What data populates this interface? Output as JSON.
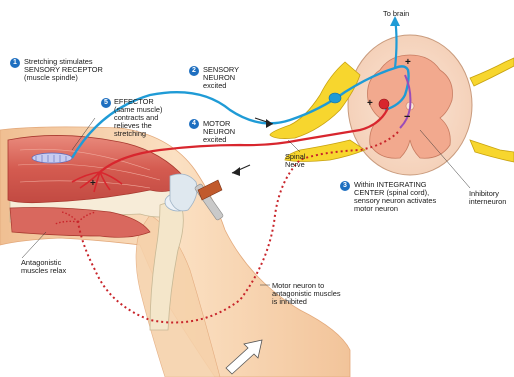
{
  "colors": {
    "sensory": "#1f9bd6",
    "motor_excited": "#d8262e",
    "motor_inhibited": "#c8242a",
    "interneuron": "#9b4cb8",
    "nerve": "#f4d32a",
    "muscle": "#d9675e",
    "skin": "#f6cfa6",
    "cord_grey": "#f5b59a",
    "badge": "#1e6fc0"
  },
  "labels": {
    "to_brain": "To brain",
    "step1": {
      "num": "1",
      "text": "Stretching stimulates\nSENSORY RECEPTOR\n(muscle spindle)"
    },
    "step2": {
      "num": "2",
      "text": "SENSORY\nNEURON\nexcited"
    },
    "step3": {
      "num": "3",
      "text": "Within INTEGRATING\nCENTER (spinal cord),\nsensory neuron activates\nmotor neuron"
    },
    "step4": {
      "num": "4",
      "text": "MOTOR\nNEURON\nexcited"
    },
    "step5": {
      "num": "5",
      "text": "EFFECTOR\n(same muscle)\ncontracts and\nrelieves the\nstretching"
    },
    "spinal_nerve": "Spinal\nNerve",
    "inhibitory": "Inhibitory\ninterneuron",
    "antagonistic": "Antagonistic\nmuscles relax",
    "motor_inhibited": "Motor neuron to\nantagonistic muscles\nis inhibited"
  },
  "symbols": {
    "plus": "+",
    "minus": "−"
  },
  "icons": [
    "arrow-to-brain-icon",
    "direction-arrow-icon",
    "stretch-arrow-icon",
    "reflex-hammer-icon"
  ]
}
